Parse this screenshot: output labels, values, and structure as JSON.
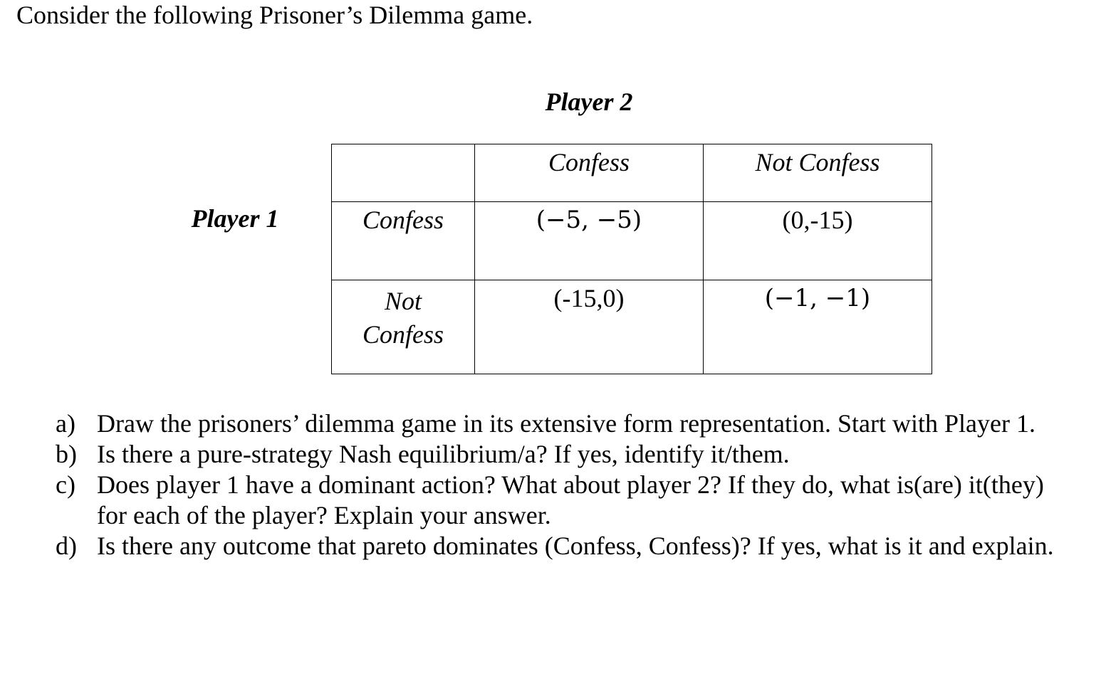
{
  "intro": "Consider the following Prisoner’s Dilemma game.",
  "game": {
    "player2_label": "Player 2",
    "player1_label": "Player 1",
    "column_headers": [
      "",
      "Confess",
      "Not Confess"
    ],
    "rows": [
      {
        "label_line1": "Confess",
        "label_line2": "",
        "payoffs": [
          "(−5, −5)",
          "(0,-15)"
        ]
      },
      {
        "label_line1": "Not",
        "label_line2": "Confess",
        "payoffs": [
          "(-15,0)",
          "(−1, −1)"
        ]
      }
    ]
  },
  "questions": [
    {
      "label": "a)",
      "text": "Draw the prisoners’ dilemma game in its extensive form representation. Start with Player 1."
    },
    {
      "label": "b)",
      "text": "Is there a pure-strategy Nash equilibrium/a? If yes, identify it/them."
    },
    {
      "label": "c)",
      "text": "Does player 1 have a dominant action? What about player 2? If they do, what is(are) it(they) for each of the player? Explain your answer."
    },
    {
      "label": "d)",
      "text": "Is there any outcome that pareto dominates (Confess, Confess)? If yes, what is it and explain."
    }
  ]
}
